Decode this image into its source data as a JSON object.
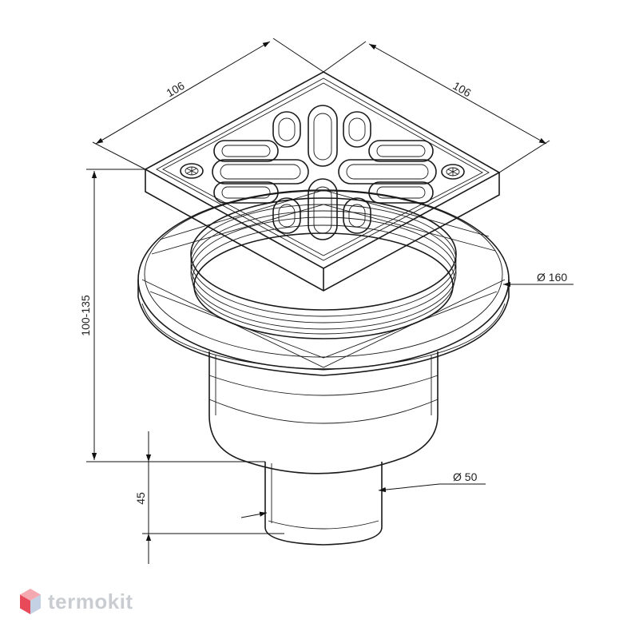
{
  "dimensions": {
    "grate_width_left": "106",
    "grate_width_right": "106",
    "height_range": "100-135",
    "outlet_height": "45",
    "flange_diameter": "Ø 160",
    "outlet_diameter": "Ø 50"
  },
  "brand": {
    "name": "termokit",
    "colors": {
      "logo_top": "#f4a8b0",
      "logo_left": "#e94a5a",
      "logo_right": "#c4d0e3",
      "text": "#c9cdd2"
    }
  }
}
